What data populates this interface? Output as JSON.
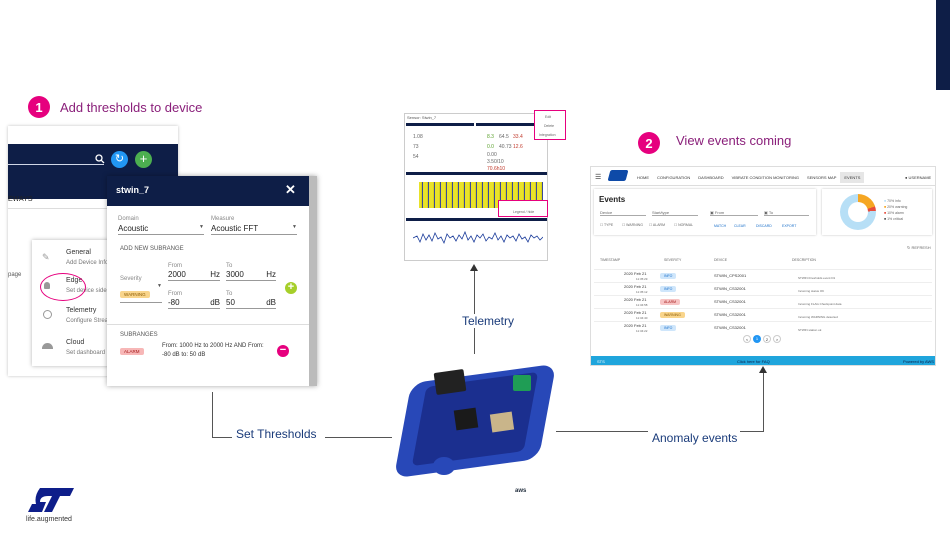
{
  "steps": [
    {
      "number": "1",
      "label": "Add thresholds to device"
    },
    {
      "number": "2",
      "label": "View events coming"
    }
  ],
  "captions": {
    "telemetry": "Telemetry",
    "set_thresholds": "Set Thresholds",
    "anomaly_events": "Anomaly events"
  },
  "logo": {
    "tagline": "life.augmented"
  },
  "aws_badge": "aws",
  "left_panel": {
    "partial_label": "EWAYS",
    "partial_page": "page",
    "menu": [
      {
        "title": "General",
        "subtitle": "Add Device Info",
        "icon": "pencil-icon"
      },
      {
        "title": "Edge",
        "subtitle": "Set device side",
        "icon": "bell-icon"
      },
      {
        "title": "Telemetry",
        "subtitle": "Configure Streaming",
        "icon": "timer-icon"
      },
      {
        "title": "Cloud",
        "subtitle": "Set dashboard",
        "icon": "gauge-icon"
      }
    ]
  },
  "dialog": {
    "title": "stwin_7",
    "domain_label": "Domain",
    "domain_value": "Acoustic",
    "measure_label": "Measure",
    "measure_value": "Acoustic FFT",
    "add_subrange": "ADD NEW SUBRANGE",
    "severity_label": "Severity",
    "severity_value": "WARNING",
    "from_label": "From",
    "to_label": "To",
    "from_hz": "2000",
    "to_hz": "3000",
    "hz_unit": "Hz",
    "from_db": "-80",
    "to_db": "50",
    "db_unit": "dB",
    "subranges_label": "SUBRANGES",
    "subrange_severity": "ALARM",
    "subrange_text": "From: 1000 Hz to 2000 Hz AND From: -80 dB to: 50 dB"
  },
  "telemetry_panel": {
    "title": "Sensor: Stwin_7",
    "values": [
      "1.08",
      "73",
      "54",
      "8.3",
      "64.5",
      "33.4",
      "0.0",
      "40.73",
      "12.6",
      "0.00",
      "3.50/10",
      "70.6h10"
    ],
    "menu_items": [
      "Edit",
      "Delete",
      "Integration"
    ],
    "popup_text": "Legend / hide"
  },
  "events_panel": {
    "nav": [
      "HOME",
      "CONFIGURATION",
      "DASHBOARD",
      "VIBRATE CONDITION MONITORING",
      "SENSORS MAP",
      "EVENTS"
    ],
    "user": "USERNAME",
    "title": "Events",
    "filters": [
      "Device",
      "Start/type",
      "From",
      "To"
    ],
    "checks": [
      "TYPE",
      "WARNING",
      "ALARM",
      "NORMAL"
    ],
    "actions": [
      "MATCH",
      "CLEAR",
      "DISCARD",
      "EXPORT"
    ],
    "legend": [
      "70% info",
      "20% warning",
      "10% alarm",
      "1% critical"
    ],
    "refresh": "REFRESH",
    "table_headers": [
      "TIMESTAMP",
      "SEVERITY",
      "DEVICE",
      "DESCRIPTION"
    ],
    "rows": [
      {
        "date": "2020 Feb 21",
        "time": "11:35:29",
        "severity": "INFO",
        "device": "STWIN_CPS2001",
        "desc": "STWIN thresholds event D1"
      },
      {
        "date": "2020 Feb 21",
        "time": "11:35:12",
        "severity": "INFO",
        "device": "STWIN_CS32001",
        "desc": "Incoming status OK"
      },
      {
        "date": "2020 Feb 21",
        "time": "11:34:58",
        "severity": "ALARM",
        "device": "STWIN_CS32001",
        "desc": "Incoming FLAG Checkpoint data"
      },
      {
        "date": "2020 Feb 21",
        "time": "11:34:40",
        "severity": "WARNING",
        "device": "STWIN_CS32001",
        "desc": "Incoming WARNING detected"
      },
      {
        "date": "2020 Feb 21",
        "time": "11:34:22",
        "severity": "INFO",
        "device": "STWIN_CS32001",
        "desc": "STWIN station ok"
      }
    ],
    "pages": [
      "<",
      "1",
      "2",
      ">"
    ],
    "footer_left": "STS",
    "footer_mid": "Click here for FAQ",
    "footer_right": "Powered by AWS"
  },
  "colors": {
    "navy": "#0e1e47",
    "magenta": "#e6007e",
    "blue_btn": "#2196f3",
    "green_btn": "#4caf50",
    "lime": "#a6cf2a"
  }
}
